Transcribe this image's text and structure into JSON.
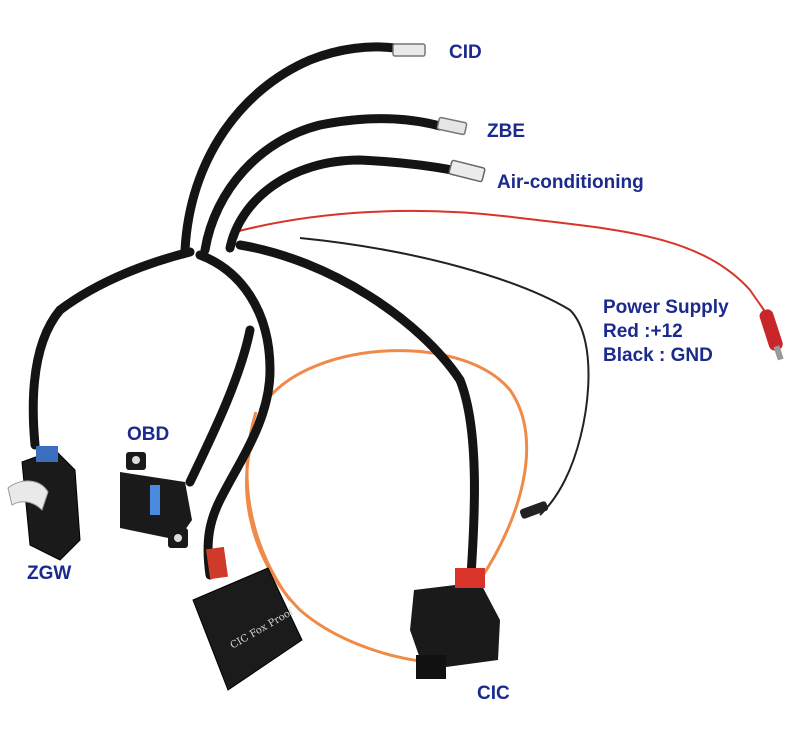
{
  "labels": {
    "cid": "CID",
    "zbe": "ZBE",
    "air_conditioning": "Air-conditioning",
    "power_supply": {
      "title": "Power Supply",
      "red": "Red :+12",
      "black": "Black : GND"
    },
    "obd": "OBD",
    "zgw": "ZGW",
    "cic": "CIC"
  },
  "module_handwriting": "CIC Fox Proof",
  "colors": {
    "label_text": "#1c2a8e",
    "harness": "#141414",
    "power_red": "#d8342a",
    "fiber_orange": "#f08a48",
    "clip_red": "#c8262a"
  }
}
